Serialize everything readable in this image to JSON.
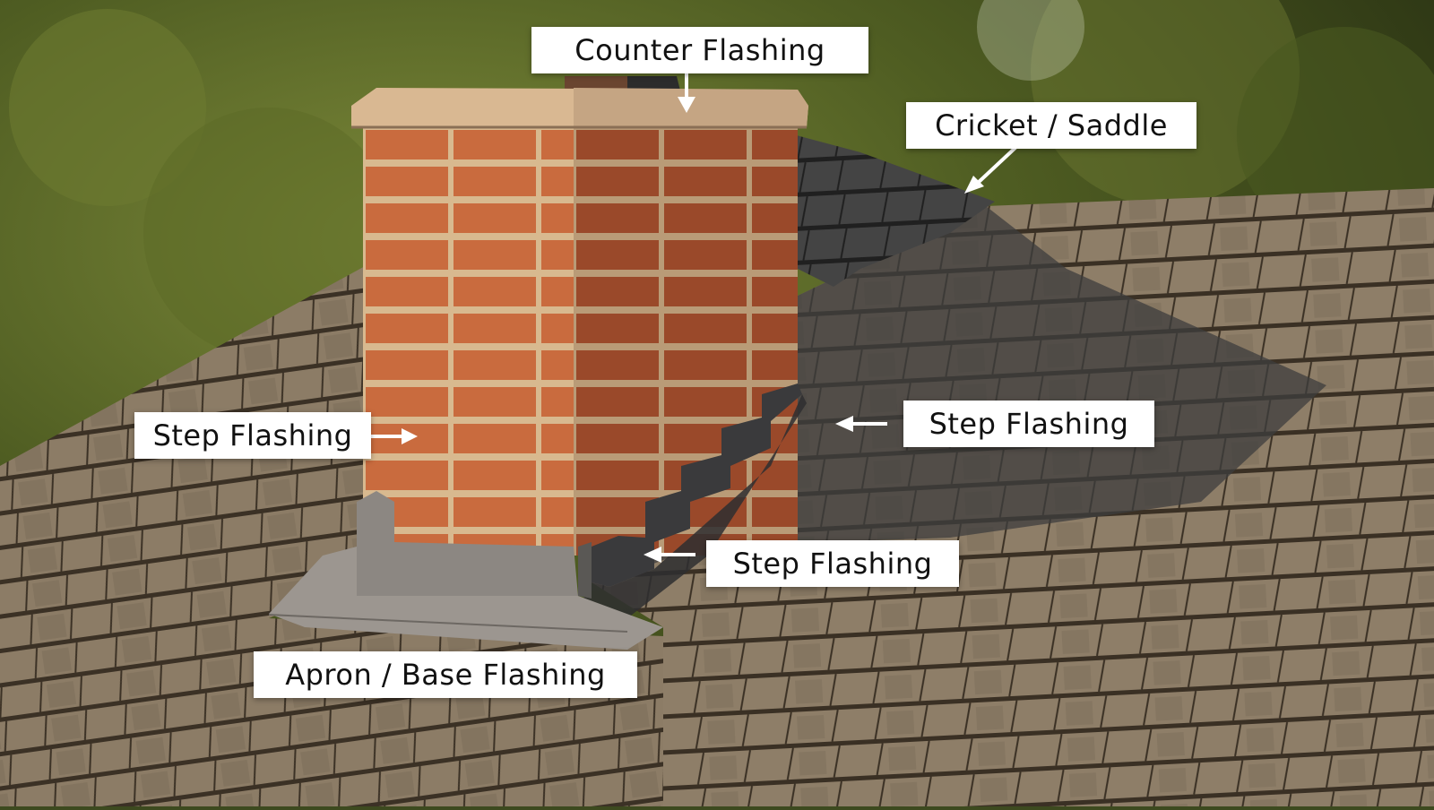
{
  "diagram": {
    "subject": "Chimney flashing on asphalt shingle roof",
    "labels": [
      {
        "id": "counter-flashing",
        "text": "Counter Flashing",
        "arrow": "down"
      },
      {
        "id": "cricket-saddle",
        "text": "Cricket / Saddle",
        "arrow": "down-left"
      },
      {
        "id": "step-flashing-left",
        "text": "Step Flashing",
        "arrow": "right"
      },
      {
        "id": "step-flashing-right-upper",
        "text": "Step Flashing",
        "arrow": "left"
      },
      {
        "id": "step-flashing-right-lower",
        "text": "Step Flashing",
        "arrow": "left"
      },
      {
        "id": "apron-base-flashing",
        "text": "Apron / Base Flashing",
        "arrow": "none"
      }
    ]
  },
  "colors": {
    "foliage": "#4f5d22",
    "brick": "#c0643a",
    "brick_shadow": "#9c4a2c",
    "mortar": "#d8b98f",
    "cap": "#d9b892",
    "shingle_light": "#8a7a64",
    "shingle_dark": "#4a4a4a",
    "flashing_metal": "#8a8580",
    "label_bg": "#ffffff",
    "label_text": "#111111"
  }
}
